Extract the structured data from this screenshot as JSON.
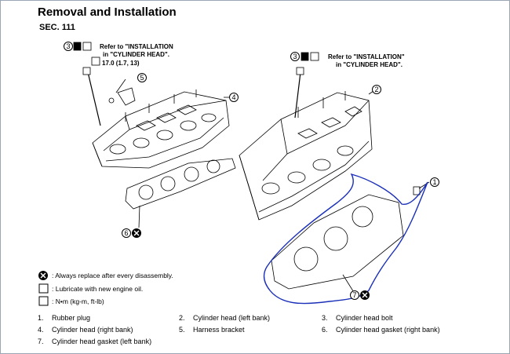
{
  "title": "Removal and Installation",
  "section": "SEC. 111",
  "callout_left": {
    "number": "3",
    "line1": "Refer to \"INSTALLATION",
    "line2": "in \"CYLINDER HEAD\".",
    "torque": "17.0 (1.7, 13)"
  },
  "callout_right": {
    "number": "3",
    "line1": "Refer to \"INSTALLATION\"",
    "line2": "in \"CYLINDER HEAD\"."
  },
  "callout_numbers": [
    "1",
    "2",
    "4",
    "5",
    "6",
    "7"
  ],
  "legend": [
    {
      "icon": "replace-icon",
      "text": ": Always replace after every disassembly."
    },
    {
      "icon": "oil-icon",
      "text": ": Lubricate with new engine oil."
    },
    {
      "icon": "torque-icon",
      "text": ": N•m (kg-m, ft-lb)"
    }
  ],
  "parts": [
    {
      "num": "1.",
      "name": "Rubber plug"
    },
    {
      "num": "2.",
      "name": "Cylinder head (left bank)"
    },
    {
      "num": "3.",
      "name": "Cylinder head bolt"
    },
    {
      "num": "4.",
      "name": "Cylinder head (right bank)"
    },
    {
      "num": "5.",
      "name": "Harness bracket"
    },
    {
      "num": "6.",
      "name": "Cylinder head gasket (right bank)"
    },
    {
      "num": "7.",
      "name": "Cylinder head gasket (left bank)"
    }
  ],
  "colors": {
    "annotation_ink": "#1a2fb8",
    "frame": "#9aa6b4"
  }
}
